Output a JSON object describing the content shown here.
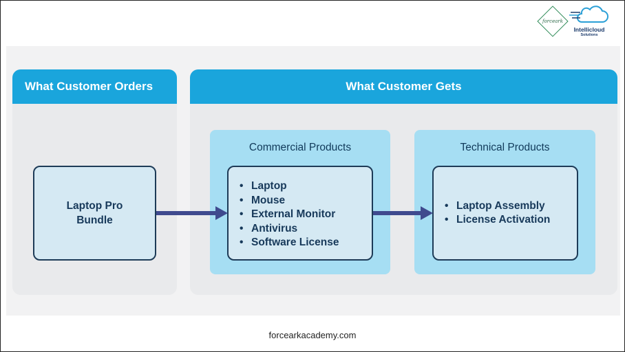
{
  "header": {
    "logo_left_text": "forceark",
    "logo_right_name": "Intellicloud",
    "logo_right_sub": "Solutions",
    "icons": [
      "forceark-logo-icon",
      "intellicloud-cloud-icon"
    ]
  },
  "diagram": {
    "left_header": "What Customer Orders",
    "right_header": "What Customer Gets",
    "ordered_item": "Laptop Pro Bundle",
    "commercial": {
      "title": "Commercial Products",
      "items": [
        "Laptop",
        "Mouse",
        "External Monitor",
        "Antivirus",
        "Software License"
      ]
    },
    "technical": {
      "title": "Technical Products",
      "items": [
        "Laptop Assembly",
        "License Activation"
      ]
    }
  },
  "footer": {
    "text": "forcearkacademy.com"
  },
  "colors": {
    "header_blue": "#1aa5dc",
    "group_light_blue": "#a6def3",
    "box_fill": "#d5e9f3",
    "border_navy": "#1d3b57",
    "arrow": "#3f4a8e"
  }
}
